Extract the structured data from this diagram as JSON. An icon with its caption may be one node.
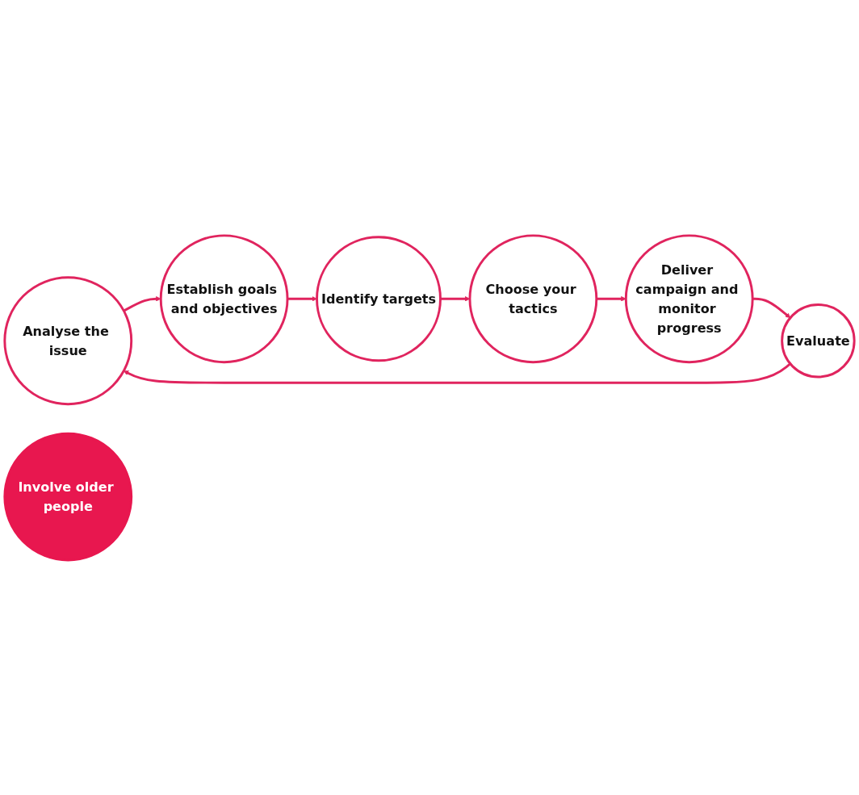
{
  "diagram": {
    "nodes": [
      {
        "text": [
          "Analyse the issue"
        ]
      },
      {
        "text": [
          "Establish goals and objectives"
        ]
      },
      {
        "text": [
          "Identify targets"
        ]
      },
      {
        "text": [
          "Choose your tactics"
        ]
      },
      {
        "text": [
          "Deliver campaign and monitor progress"
        ]
      },
      {
        "text": [
          "Evaluate"
        ]
      },
      {
        "text": [
          "Involve older people"
        ]
      }
    ],
    "edges": [
      {
        "from": 0,
        "to": 1,
        "arrow": "to"
      },
      {
        "from": 1,
        "to": 2,
        "arrow": "to"
      },
      {
        "from": 2,
        "to": 3,
        "arrow": "to"
      },
      {
        "from": 3,
        "to": 4,
        "arrow": "to"
      },
      {
        "from": 4,
        "to": 5,
        "arrow": "to"
      },
      {
        "from": 5,
        "to": 0,
        "arrow": "to"
      }
    ]
  }
}
